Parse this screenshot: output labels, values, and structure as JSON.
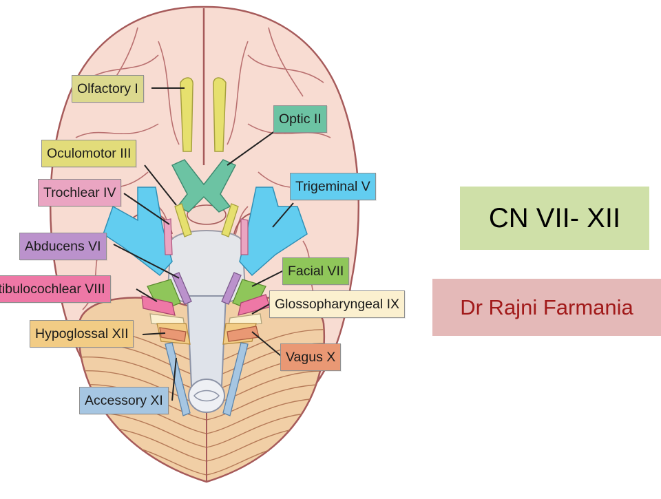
{
  "slide": {
    "title": "CN VII- XII",
    "author": "Dr Rajni Farmania"
  },
  "diagram": {
    "labels": [
      {
        "key": "olfactory",
        "text": "Olfactory I",
        "color": "#dcd98e"
      },
      {
        "key": "optic",
        "text": "Optic II",
        "color": "#6cc3a3"
      },
      {
        "key": "oculomotor",
        "text": "Oculomotor III",
        "color": "#e2dc7a"
      },
      {
        "key": "trochlear",
        "text": "Trochlear IV",
        "color": "#eaa5c2"
      },
      {
        "key": "trigeminal",
        "text": "Trigeminal V",
        "color": "#62cdf0"
      },
      {
        "key": "abducens",
        "text": "Abducens VI",
        "color": "#bb92cc"
      },
      {
        "key": "facial",
        "text": "Facial VII",
        "color": "#8fc65a"
      },
      {
        "key": "vestibulocochlear",
        "text": "Vestibulocochlear VIII",
        "color": "#ee78a6"
      },
      {
        "key": "glossopharyngeal",
        "text": "Glossopharyngeal IX",
        "color": "#fbf0cf"
      },
      {
        "key": "hypoglossal",
        "text": "Hypoglossal XII",
        "color": "#f2cc85"
      },
      {
        "key": "vagus",
        "text": "Vagus X",
        "color": "#e99874"
      },
      {
        "key": "accessory",
        "text": "Accessory XI",
        "color": "#a6c6e2"
      }
    ]
  }
}
